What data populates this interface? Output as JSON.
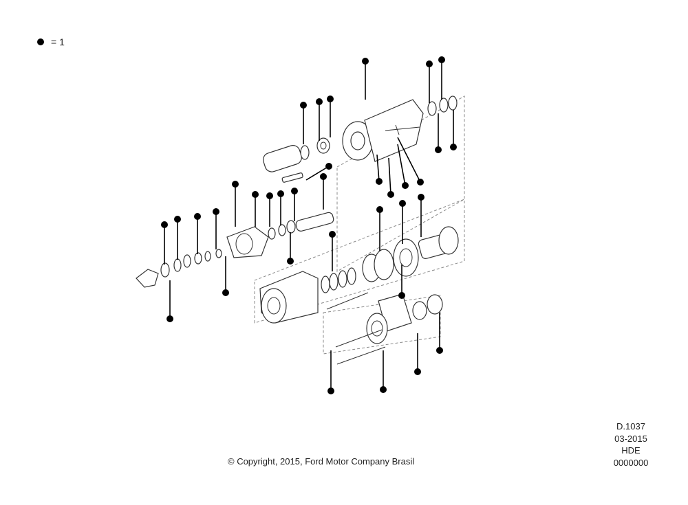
{
  "legend": {
    "symbol": "callout-dot-icon",
    "text": "=  1"
  },
  "document": {
    "code": "D.1037",
    "date": "03-2015",
    "group": "HDE",
    "number": "0000000"
  },
  "copyright": "© Copyright, 2015, Ford Motor Company Brasil"
}
